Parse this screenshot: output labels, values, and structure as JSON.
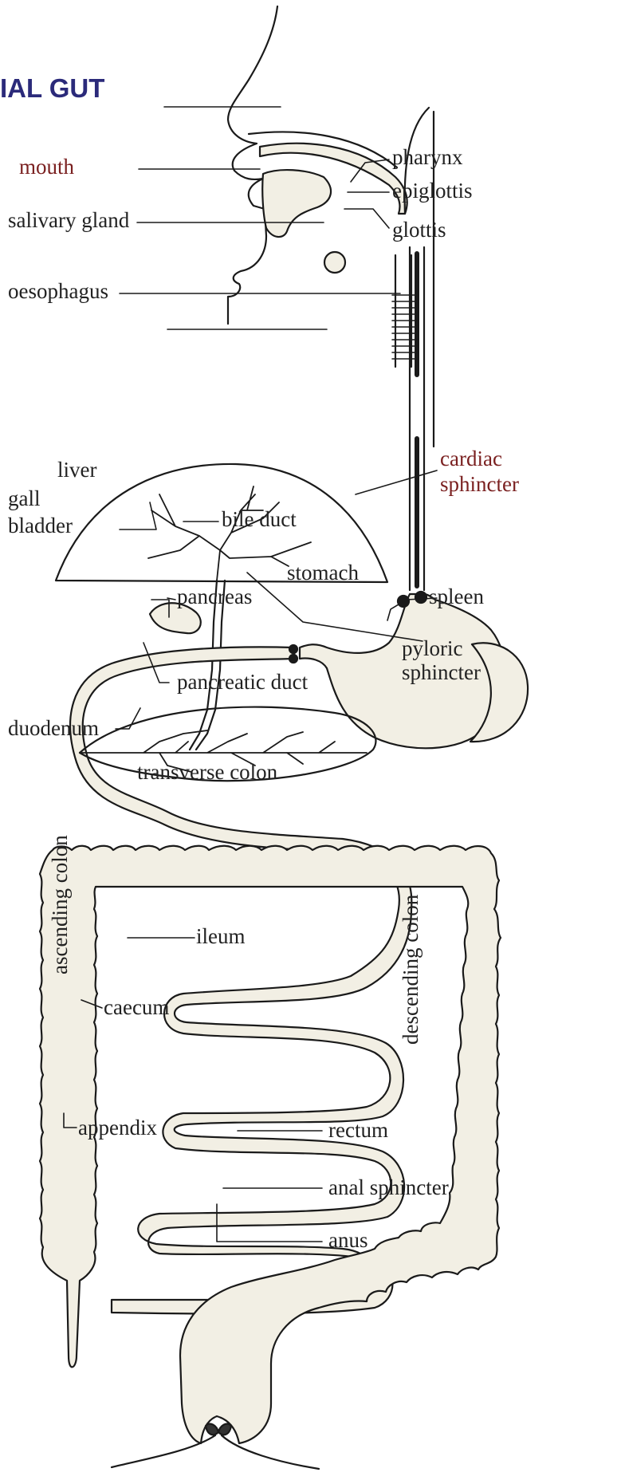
{
  "heading": "IAL GUT",
  "colors": {
    "heading": "#2b2a7a",
    "outline": "#1a1a1a",
    "tract_fill": "#f2efe4",
    "label": "#222222",
    "accent_label": "#7a2020"
  },
  "labels": {
    "mouth": "mouth",
    "salivary_gland": "salivary gland",
    "oesophagus": "oesophagus",
    "pharynx": "pharynx",
    "epiglottis": "epiglottis",
    "glottis": "glottis",
    "cardiac_sphincter_1": "cardiac",
    "cardiac_sphincter_2": "sphincter",
    "liver": "liver",
    "gall_bladder_1": "gall",
    "gall_bladder_2": "bladder",
    "bile_duct": "bile duct",
    "stomach": "stomach",
    "pancreas": "pancreas",
    "spleen": "spleen",
    "pyloric_sphincter_1": "pyloric",
    "pyloric_sphincter_2": "sphincter",
    "pancreatic_duct": "pancreatic duct",
    "duodenum": "duodenum",
    "transverse_colon": "transverse colon",
    "ascending_colon": "ascending colon",
    "descending_colon": "descending colon",
    "ileum": "ileum",
    "caecum": "caecum",
    "appendix": "appendix",
    "rectum": "rectum",
    "anal_sphincter": "anal sphincter",
    "anus": "anus"
  }
}
